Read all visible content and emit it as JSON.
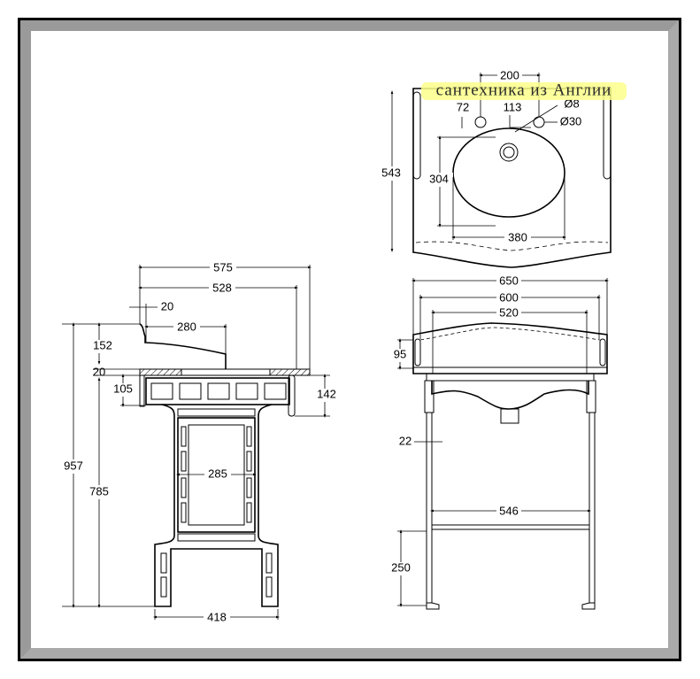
{
  "watermark": "сантехника из Англии",
  "top_view": {
    "d200": "200",
    "d72": "72",
    "d113": "113",
    "d8": "Ø8",
    "d30": "Ø30",
    "d543": "543",
    "d304": "304",
    "d380": "380"
  },
  "side_view": {
    "d575": "575",
    "d528": "528",
    "d20a": "20",
    "d280": "280",
    "d152": "152",
    "d20b": "20",
    "d105": "105",
    "d142": "142",
    "d957": "957",
    "d785": "785",
    "d285": "285",
    "d418": "418"
  },
  "front_view": {
    "d650": "650",
    "d600": "600",
    "d520": "520",
    "d95": "95",
    "d22": "22",
    "d546": "546",
    "d250": "250"
  },
  "colors": {
    "frame": "#000000",
    "bevel": "#a9a9a9",
    "highlight": "#fbff8a"
  }
}
